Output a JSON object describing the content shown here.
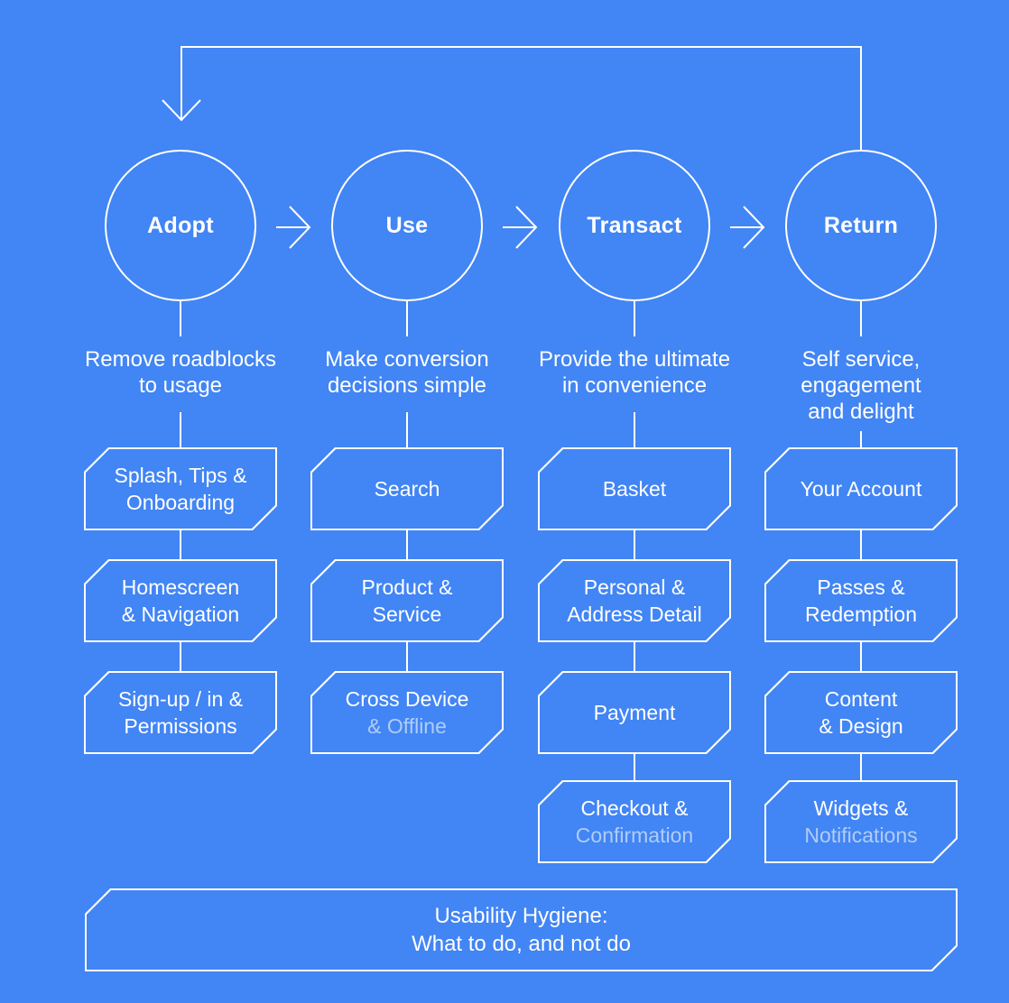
{
  "colors": {
    "background": "#4285f4",
    "line_and_text": "#ffffff",
    "muted_text": "rgba(255,255,255,0.58)"
  },
  "icons": {
    "right_arrow": "→",
    "loop_down_arrow": "↓"
  },
  "flow": {
    "stages": [
      {
        "label": "Adopt",
        "description": [
          "Remove roadblocks",
          "to usage"
        ],
        "boxes": [
          {
            "lines": [
              {
                "text": "Splash, Tips &",
                "muted": false
              },
              {
                "text": "Onboarding",
                "muted": false
              }
            ]
          },
          {
            "lines": [
              {
                "text": "Homescreen",
                "muted": false
              },
              {
                "text": "& Navigation",
                "muted": false
              }
            ]
          },
          {
            "lines": [
              {
                "text": "Sign-up / in &",
                "muted": false
              },
              {
                "text": "Permissions",
                "muted": false
              }
            ]
          }
        ]
      },
      {
        "label": "Use",
        "description": [
          "Make conversion",
          "decisions simple"
        ],
        "boxes": [
          {
            "lines": [
              {
                "text": "Search",
                "muted": false
              }
            ]
          },
          {
            "lines": [
              {
                "text": "Product &",
                "muted": false
              },
              {
                "text": "Service",
                "muted": false
              }
            ]
          },
          {
            "lines": [
              {
                "text": "Cross Device",
                "muted": false
              },
              {
                "text": "& Offline",
                "muted": true
              }
            ]
          }
        ]
      },
      {
        "label": "Transact",
        "description": [
          "Provide the ultimate",
          "in convenience"
        ],
        "boxes": [
          {
            "lines": [
              {
                "text": "Basket",
                "muted": false
              }
            ]
          },
          {
            "lines": [
              {
                "text": "Personal &",
                "muted": false
              },
              {
                "text": "Address Detail",
                "muted": false
              }
            ]
          },
          {
            "lines": [
              {
                "text": "Payment",
                "muted": false
              }
            ]
          },
          {
            "lines": [
              {
                "text": "Checkout &",
                "muted": false
              },
              {
                "text": "Confirmation",
                "muted": true
              }
            ]
          }
        ]
      },
      {
        "label": "Return",
        "description": [
          "Self service,",
          "engagement",
          "and delight"
        ],
        "boxes": [
          {
            "lines": [
              {
                "text": "Your Account",
                "muted": false
              }
            ]
          },
          {
            "lines": [
              {
                "text": "Passes &",
                "muted": false
              },
              {
                "text": "Redemption",
                "muted": false
              }
            ]
          },
          {
            "lines": [
              {
                "text": "Content",
                "muted": false
              },
              {
                "text": "& Design",
                "muted": false
              }
            ]
          },
          {
            "lines": [
              {
                "text": "Widgets &",
                "muted": false
              },
              {
                "text": "Notifications",
                "muted": true
              }
            ]
          }
        ]
      }
    ]
  },
  "footer": {
    "lines": [
      "Usability Hygiene:",
      "What to do, and not do"
    ]
  }
}
